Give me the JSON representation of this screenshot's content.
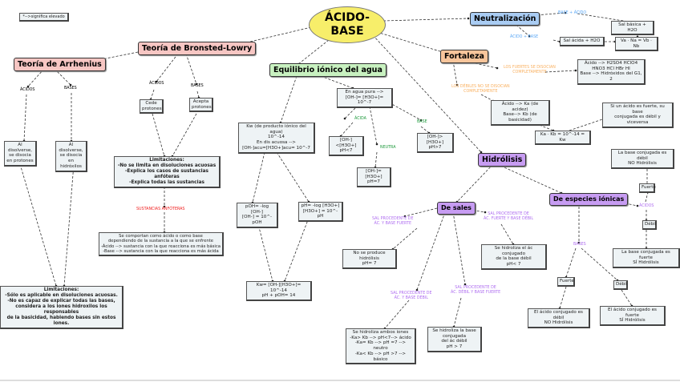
{
  "note": "*-->significa elevado",
  "colors": {
    "main": "#f7ee6a",
    "theory": "#f7c6c3",
    "equilibrium": "#c8f1c0",
    "neutralization": "#a9ccf3",
    "strength": "#f8c59b",
    "hydrolysis": "#c79cf2",
    "label_blue": "#5aa7f5",
    "label_orange": "#f9b060",
    "label_green": "#1e9a3c",
    "label_red": "#f02020",
    "label_purple": "#b070f0"
  },
  "main": "ÁCIDO-BASE",
  "neutralizacion": {
    "title": "Neutralización",
    "l1": "BASE + ÁCIDO",
    "b1": "Sal básica + H2O",
    "l2": "ÁCIDO + BASE",
    "b2": "Sal ácida + H2O",
    "b3": "Va · Na = Vb · Nb"
  },
  "bronsted": {
    "title": "Teoría de Bronsted-Lowry",
    "l_acidos": "ÁCIDOS",
    "l_bases": "BASES",
    "cede": "Cede\nprotones",
    "acepta": "Acepta\nprotones",
    "limitaciones": "Limitaciones:\n-No se limita en disoluciones acuosas\n-Explica los casos de sustancias anfóteras\n-Explica todas las sustancias",
    "l_anfoteras": "SUSTANCIAS ANFÓTERAS",
    "anfoteras": "Se comportan como ácido o como base\ndependiendo de la sustancia a la que se enfrente\n-Ácido --> sustancia con la que reacciona es más básica\n-Base --> sustancia con la que reacciona es más ácida"
  },
  "arrhenius": {
    "title": "Teoría de Arrhenius",
    "l_acidos": "ÁCIDOS",
    "l_bases": "BASES",
    "acido": "Al disolverse,\nse disocia\nen protones",
    "base": "Al disolverse,\nse disocia\nen hidróxilos",
    "limitaciones": "Limitaciones:\n-Sólo es aplicable en disoluciones acuosas.\n-No es capaz de explicar todas las bases,\nconsidera a los iones hidroxilos los responsables\nde la basicidad, habiendo bases sin estos iones."
  },
  "equilibrio": {
    "title": "Equilibrio iónico del agua",
    "kw": "Kw (de producto iónico del agua)\n10^-14\nEn dis acuosa -->\n[OH-]acu=[H3O+]acu= 10^-7",
    "agua_pura": "En agua pura -->\n[OH-]= [H3O+]= 10^-7",
    "l_acida": "ÁCIDA",
    "l_neutra": "NEUTRA",
    "l_base": "BASE",
    "acida": "[OH-]<[H3O+]\npH<7",
    "neutra": "[OH-]=[H3O+]\npH=7",
    "basica": "[OH-]>[H3O+]\npH>7",
    "poh": "pOH= -log [OH-]\n[OH-] = 10^-pOH",
    "ph": "pH= -log [H3O+]\n[H3O+] = 10^-pH",
    "kw_final": "Kw= [OH-][H3O+]= 10^-14\npH + pOH= 14"
  },
  "fortaleza": {
    "title": "Fortaleza",
    "l_fuertes": "LOS FUERTES SE DISOCIAN\nCOMPLETAMENTE",
    "fuertes": "Ácido --> H2SO4 HClO4\nHNO3 HCl HBr HI\nBase --> Hidróxidos del G1, 2",
    "l_debiles": "LOS DÉBILES NO SE DISOCIAN\nCOMPLETAMENTE",
    "constantes": "Ácido --> Ka (de acidez)\nBase--> Kb (de basicidad)",
    "kakb": "Ka · Kb = 10^-14 = Kw",
    "conjugada": "Si un ácido es fuerte, su base\nconjugada es débil y viceversa"
  },
  "hidrolisis": {
    "title": "Hidrólisis",
    "sales": {
      "title": "De sales",
      "l1": "SAL PROCEDENTE DE\nÁC. Y BASE FUERTE",
      "b1": "No se produce hidrólisis\npH= 7",
      "l2": "SAL PROCEDENTE DE\nÁC. FUERTE Y BASE DÉBIL",
      "b2": "Se hidroliza el ác conjugado\nde la base débil\npH< 7",
      "l3": "SAL PROCEDENTE DE\nÁC. Y BASE DÉBIL",
      "b3": "Se hidroliza ambos iones\n-Ka> Kb --> pH<7--> ácido\n-Ka= Kb --> pH =7 --> neutro\n-Ka< Kb --> pH >7 --> básico",
      "l4": "SAL PROCEDENTE DE\nÁC. DÉBIL Y BASE FUERTE",
      "b4": "Se hidroliza la base conjugada\ndel ác débil\npH > 7"
    },
    "especies": {
      "title": "De especies iónicas",
      "l_acidos": "ÁCIDOS",
      "acid_fuerte": "Fuerte",
      "acid_fuerte_res": "La base conjugada es débil\nNO Hidrólisis",
      "acid_debil": "Débil",
      "acid_debil_res": "La base conjugada es fuerte\nSÍ Hidrólisis",
      "l_bases": "BASES",
      "base_fuerte": "Fuerte",
      "base_fuerte_res": "El ácido conjugado es débil\nNO Hidrólisis",
      "base_debil": "Débil",
      "base_debil_res": "El ácido conjugado es fuerte\nSÍ Hidrólisis"
    }
  }
}
